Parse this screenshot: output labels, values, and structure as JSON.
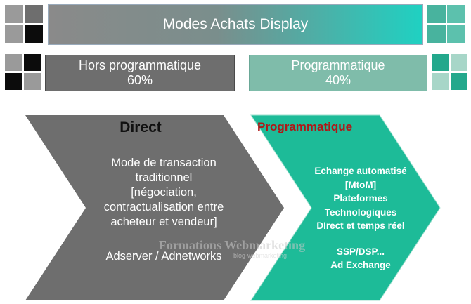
{
  "header": {
    "title": "Modes Achats Display"
  },
  "segments": {
    "hors": {
      "label": "Hors programmatique",
      "share": "60%"
    },
    "prog": {
      "label": "Programmatique",
      "share": "40%"
    }
  },
  "direct": {
    "title": "Direct",
    "description_lines": [
      "Mode de transaction",
      "traditionnel",
      "[négociation,",
      "contractualisation entre",
      "acheteur et vendeur]"
    ],
    "tools": "Adserver / Adnetworks"
  },
  "programmatique": {
    "title": "Programmatique",
    "description_lines": [
      "Echange automatisé",
      "[MtoM]",
      "Plateformes",
      "Technologiques",
      "DIrect et temps réel"
    ],
    "tools_lines": [
      "SSP/DSP...",
      "Ad Exchange"
    ]
  },
  "watermark": {
    "text": "Formations Webmarketing",
    "sub": "blog-webmarketing"
  },
  "colors": {
    "dark_gray": "#6e6e6e",
    "teal": "#1dbb98",
    "teal_light": "#7fbcaa",
    "accent_red": "#b01616"
  }
}
